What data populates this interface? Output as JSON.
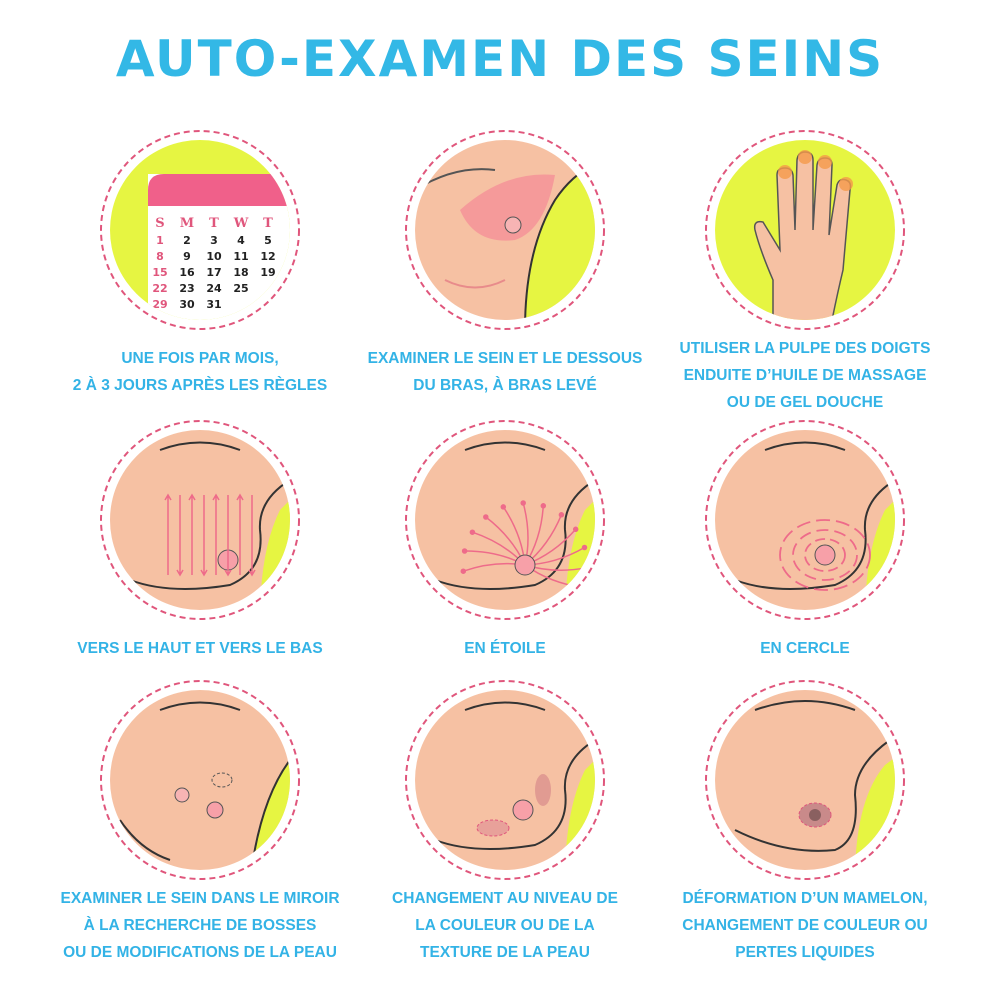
{
  "title": "AUTO-EXAMEN DES SEINS",
  "colors": {
    "title": "#33b8e6",
    "caption": "#33b3e6",
    "circle_bg": "#e6f542",
    "dashed_ring": "#e0567c",
    "skin": "#f6c1a3",
    "areola": "#f59a9a",
    "arrow": "#ee6b8a",
    "calendar_header": "#f0608a"
  },
  "steps": [
    {
      "icon": "calendar-icon",
      "lines": [
        "UNE FOIS PAR MOIS,",
        "2 À 3 JOURS APRÈS LES RÈGLES"
      ],
      "calendar": {
        "days": [
          "S",
          "M",
          "T",
          "W",
          "T"
        ],
        "rows": [
          [
            "1",
            "2",
            "3",
            "4",
            "5"
          ],
          [
            "8",
            "9",
            "10",
            "11",
            "12"
          ],
          [
            "15",
            "16",
            "17",
            "18",
            "19"
          ],
          [
            "22",
            "23",
            "24",
            "25",
            ""
          ],
          [
            "29",
            "30",
            "31",
            "",
            ""
          ]
        ]
      }
    },
    {
      "icon": "raised-arm-breast-icon",
      "lines": [
        "EXAMINER LE SEIN ET LE DESSOUS",
        "DU BRAS, À BRAS LEVÉ"
      ]
    },
    {
      "icon": "hand-fingertips-icon",
      "lines": [
        "UTILISER LA PULPE DES DOIGTS",
        "ENDUITE D’HUILE DE MASSAGE",
        "OU DE GEL DOUCHE"
      ]
    },
    {
      "icon": "up-down-arrows-breast-icon",
      "lines": [
        "VERS LE HAUT ET VERS LE BAS"
      ]
    },
    {
      "icon": "star-pattern-breast-icon",
      "lines": [
        "EN ÉTOILE"
      ]
    },
    {
      "icon": "circular-pattern-breast-icon",
      "lines": [
        "EN CERCLE"
      ]
    },
    {
      "icon": "lumps-breast-icon",
      "lines": [
        "EXAMINER LE SEIN DANS LE MIROIR",
        "À LA RECHERCHE DE BOSSES",
        "OU DE MODIFICATIONS DE LA PEAU"
      ]
    },
    {
      "icon": "skin-texture-breast-icon",
      "lines": [
        "CHANGEMENT AU NIVEAU DE",
        "LA COULEUR OU DE LA",
        "TEXTURE DE LA PEAU"
      ]
    },
    {
      "icon": "nipple-deformation-breast-icon",
      "lines": [
        "DÉFORMATION D’UN MAMELON,",
        "CHANGEMENT DE COULEUR OU",
        "PERTES LIQUIDES"
      ]
    }
  ]
}
